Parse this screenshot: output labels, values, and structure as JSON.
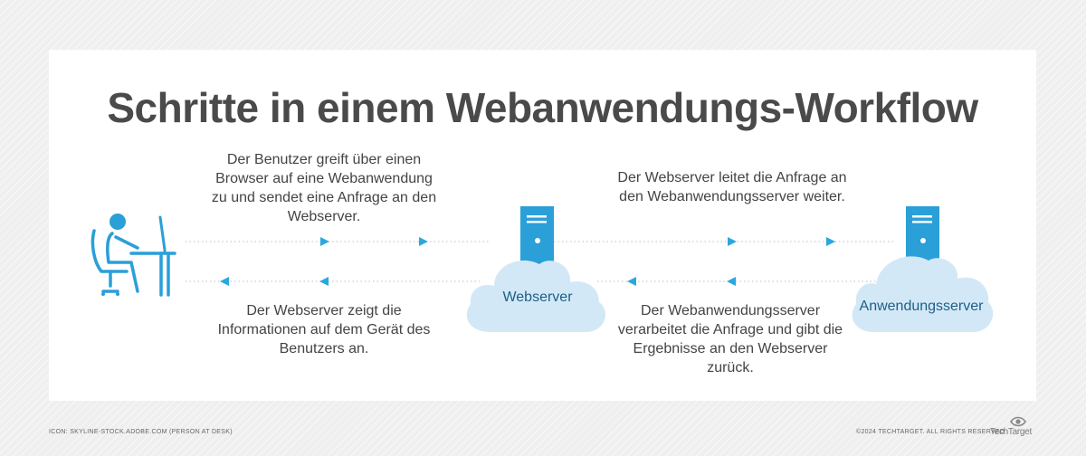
{
  "title": "Schritte in einem Webanwendungs-Workflow",
  "steps": {
    "request_from_user": "Der Benutzer greift über einen Browser auf eine Webanwendung zu und sendet eine Anfrage an den Webserver.",
    "forward_to_appserver": "Der Webserver leitet die Anfrage an den Webanwendungsserver weiter.",
    "display_to_user": "Der Webserver zeigt die Informationen auf dem Gerät des Benutzers an.",
    "appserver_returns": "Der Webanwendungsserver verarbeitet die Anfrage und gibt die Ergebnisse an den Webserver zurück."
  },
  "nodes": {
    "user": "person-at-desk-icon",
    "webserver": "Webserver",
    "appserver": "Anwendungsserver"
  },
  "colors": {
    "accent": "#29a8e0",
    "cloud": "#d3e8f7",
    "server": "#2a9fd8",
    "label": "#1c5f86",
    "text": "#444444",
    "title": "#4a4a4a"
  },
  "footer": {
    "icon_credit": "ICON: SKYLINE-STOCK.ADOBE.COM (PERSON AT DESK)",
    "copyright": "©2024 TECHTARGET. ALL RIGHTS RESERVED",
    "brand": "TechTarget"
  }
}
